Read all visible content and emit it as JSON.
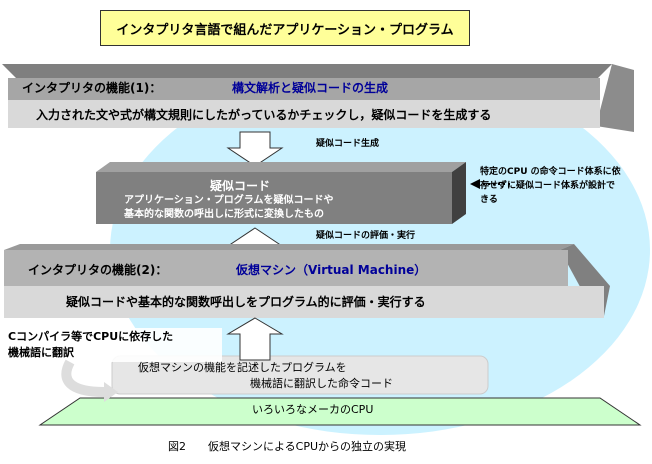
{
  "title": "インタプリタ言語で組んだアプリケーション・プログラム",
  "interpreter1": {
    "label": "インタプリタの機能(1)：",
    "heading": "構文解析と疑似コードの生成",
    "description": "入力された文や式が構文規則にしたがっているかチェックし，疑似コードを生成する"
  },
  "pseudo_code_generation": "疑似コード生成",
  "pseudo_code_box": {
    "title": "疑似コード",
    "line1": "アプリケーション・プログラムを疑似コードや",
    "line2": "基本的な関数の呼出しに形式に変換したもの"
  },
  "cpu_note": {
    "line1": "特定のCPU の命令コード体系に依",
    "line2": "存せずに疑似コード体系が設計で",
    "line3": "きる"
  },
  "eval_exec": "疑似コードの評価・実行",
  "interpreter2": {
    "label": "インタプリタの機能(2)：",
    "heading": "仮想マシン（Virtual Machine）",
    "description": "疑似コードや基本的な関数呼出しをプログラム的に評価・実行する"
  },
  "compiler_note": {
    "line1": "Cコンパイラ等でCPUに依存した",
    "line2": "機械語に翻訳"
  },
  "vm_box": {
    "line1": "仮想マシンの機能を記述したプログラムを",
    "line2": "機械語に翻訳した命令コード"
  },
  "cpu_box": "いろいろなメーカのCPU",
  "caption": "図2　　仮想マシンによるCPUからの独立の実現",
  "colors": {
    "title_bg": "#ffff99",
    "ellipse": "#ccf2ff",
    "band_top": "#a6a6a6",
    "band_light": "#d9d9d9",
    "pseudo_box": "#808080",
    "cpu_box": "#ccffcc",
    "heading_blue": "#000099"
  }
}
